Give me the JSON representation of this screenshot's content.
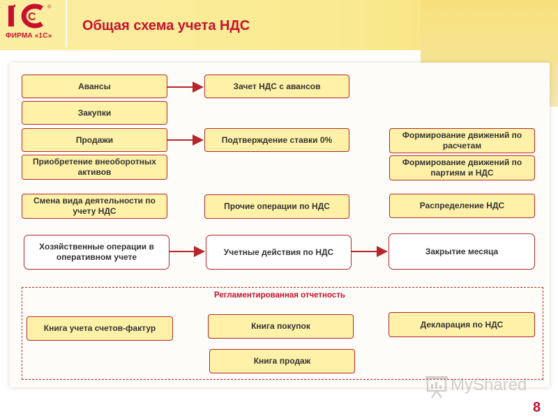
{
  "logo": {
    "mark": "1С",
    "text": "ФИРМА «1С»"
  },
  "title": "Общая схема учета НДС",
  "boxes": {
    "avansy": "Авансы",
    "zakupki": "Закупки",
    "prodazhi": "Продажи",
    "priobretenie": "Приобретение внеоборотных активов",
    "smena": "Смена вида деятельности по учету НДС",
    "hoz": "Хозяйственные операции в оперативном учете",
    "zachet": "Зачет НДС с авансов",
    "podtverzhdenie": "Подтверждение ставки 0%",
    "prochie": "Прочие операции по НДС",
    "uchetnye": "Учетные действия по НДС",
    "form_raschety": "Формирование движений по расчетам",
    "form_partii": "Формирование движений по партиям и НДС",
    "raspredelenie": "Распределение НДС",
    "zakrytie": "Закрытие месяца",
    "kniga_sf": "Книга учета счетов-фактур",
    "kniga_pokupok": "Книга покупок",
    "kniga_prodazh": "Книга продаж",
    "deklaraciya": "Декларация по НДС"
  },
  "reporting_label": "Регламентированная отчетность",
  "watermark": "MyShared",
  "page_number": "8",
  "colors": {
    "accent": "#c8102e",
    "border": "#b4262a",
    "box_fill": "#fff2a8"
  }
}
